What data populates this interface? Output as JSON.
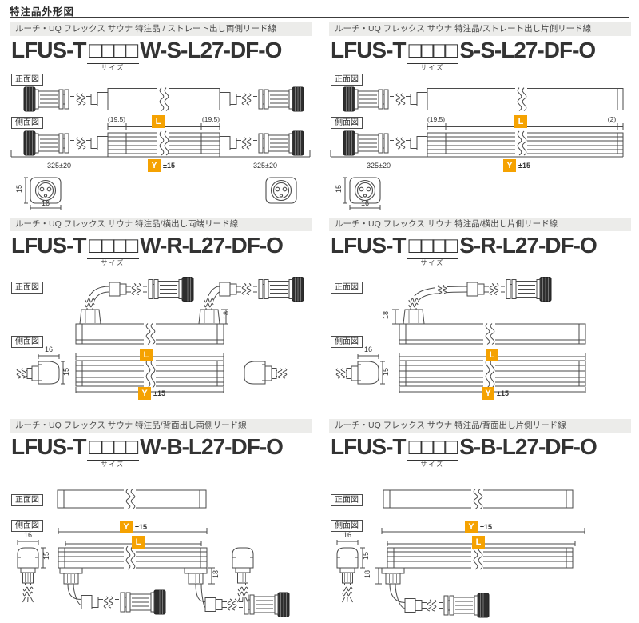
{
  "page": {
    "title": "特注品外形図"
  },
  "common": {
    "front_view_label": "正面図",
    "side_view_label": "側面図",
    "size_label": "サイズ",
    "model_boxes": "□□□□",
    "dim_L": "L",
    "dim_Y": "Y",
    "y_tolerance": "±15",
    "accent_orange": "#F5A201"
  },
  "sections": [
    {
      "id": "straight-both",
      "title": "ルーチ・UQ フレックス サウナ 特注品 / ストレート出し両側リード線",
      "model_prefix": "LFUS-T",
      "model_suffix": "W-S-L27-DF-O",
      "dims": {
        "offset_left": "(19.5)",
        "offset_right": "(19.5)",
        "lead_left": "325±20",
        "lead_right": "325±20",
        "connector_height": "15",
        "connector_width": "16"
      }
    },
    {
      "id": "straight-single",
      "title": "ルーチ・UQ フレックス サウナ 特注品/ストレート出し片側リード線",
      "model_prefix": "LFUS-T",
      "model_suffix": "S-S-L27-DF-O",
      "dims": {
        "offset_left": "(19.5)",
        "offset_right": "(2)",
        "lead_left": "325±20",
        "connector_height": "15",
        "connector_width": "16"
      }
    },
    {
      "id": "side-both",
      "title": "ルーチ・UQ フレックス サウナ 特注品/横出し両端リード線",
      "model_prefix": "LFUS-T",
      "model_suffix": "W-R-L27-DF-O",
      "dims": {
        "exit_height": "18",
        "cap_width": "16",
        "cap_height": "15"
      }
    },
    {
      "id": "side-single",
      "title": "ルーチ・UQ フレックス サウナ 特注品/横出し片側リード線",
      "model_prefix": "LFUS-T",
      "model_suffix": "S-R-L27-DF-O",
      "dims": {
        "exit_height": "18",
        "cap_width": "16",
        "cap_height": "15"
      }
    },
    {
      "id": "back-both",
      "title": "ルーチ・UQ フレックス サウナ 特注品/背面出し両側リード線",
      "model_prefix": "LFUS-T",
      "model_suffix": "W-B-L27-DF-O",
      "dims": {
        "cap_width": "16",
        "cap_height": "15",
        "exit_height": "18"
      }
    },
    {
      "id": "back-single",
      "title": "ルーチ・UQ フレックス サウナ 特注品/背面出し片側リード線",
      "model_prefix": "LFUS-T",
      "model_suffix": "S-B-L27-DF-O",
      "dims": {
        "cap_width": "16",
        "cap_height": "15",
        "exit_height": "18"
      }
    }
  ]
}
